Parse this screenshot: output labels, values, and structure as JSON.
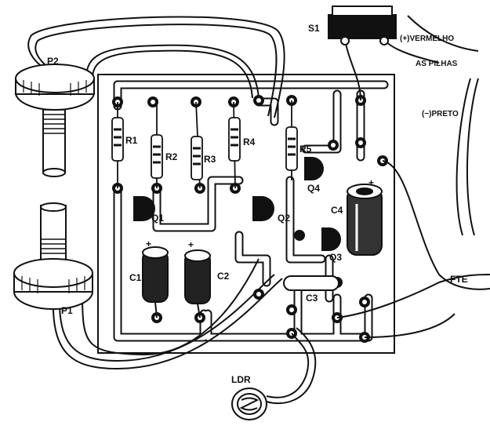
{
  "diagram": {
    "labels": {
      "p1": "P1",
      "p2": "P2",
      "s1": "S1",
      "r1": "R1",
      "r2": "R2",
      "r3": "R3",
      "r4": "R4",
      "r5": "R5",
      "c1": "C1",
      "c2": "C2",
      "c3": "C3",
      "c4": "C4",
      "q1": "Q1",
      "q2": "Q2",
      "q3": "Q3",
      "q4": "Q4",
      "ldr": "LDR",
      "fte": "FTE",
      "vermelho": "(+)VERMELHO",
      "pilhas": "AS PILHAS",
      "preto": "(−)PRETO",
      "plus_c1": "+",
      "plus_c2": "+",
      "plus_c4": "+"
    }
  }
}
